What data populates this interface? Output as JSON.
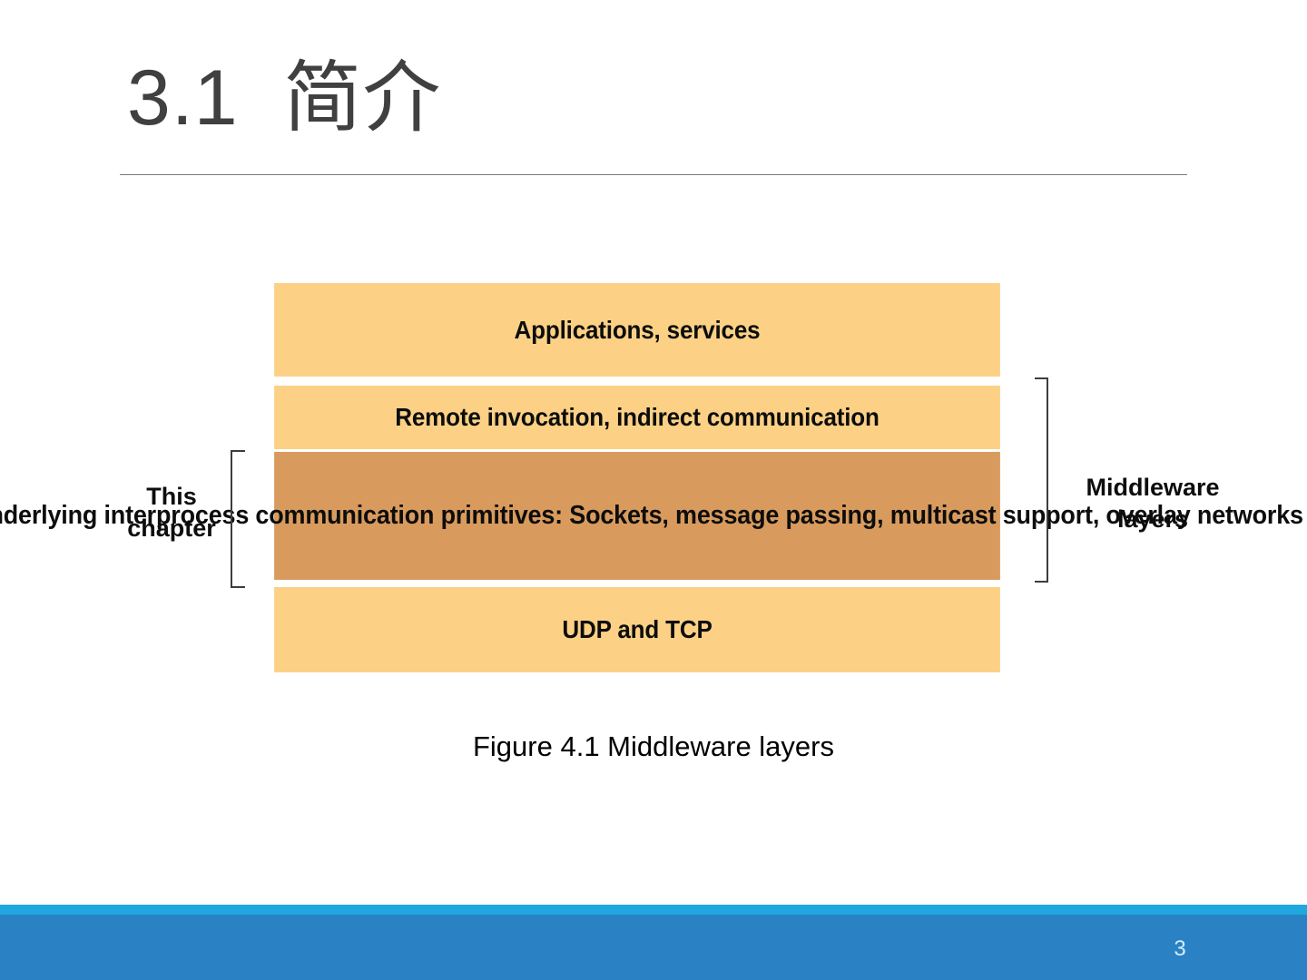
{
  "slide": {
    "title": "3.1  简介",
    "page_number": "3",
    "caption": "Figure 4.1 Middleware layers"
  },
  "figure": {
    "layers": [
      {
        "id": "apps",
        "label": "Applications, services",
        "color": "#fcd185"
      },
      {
        "id": "remote",
        "label": "Remote invocation, indirect communication",
        "color": "#fcd185"
      },
      {
        "id": "primitives",
        "label": "Underlying interprocess communication primitives:\nSockets, message passing, multicast support, overlay networks",
        "color": "#d99b5d"
      },
      {
        "id": "udptcp",
        "label": "UDP and TCP",
        "color": "#fcd185"
      }
    ],
    "left_bracket_label": "This\nchapter",
    "right_bracket_label": "Middleware\nlayers"
  },
  "theme": {
    "title_color": "#404040",
    "rule_color": "#7a7a7a",
    "light_layer_color": "#fcd185",
    "dark_layer_color": "#d99b5d",
    "bracket_color": "#3d3d3d",
    "footer_accent_color": "#1fa8e0",
    "footer_band_color": "#2a81c4",
    "page_number_color": "#d8ecf8"
  }
}
